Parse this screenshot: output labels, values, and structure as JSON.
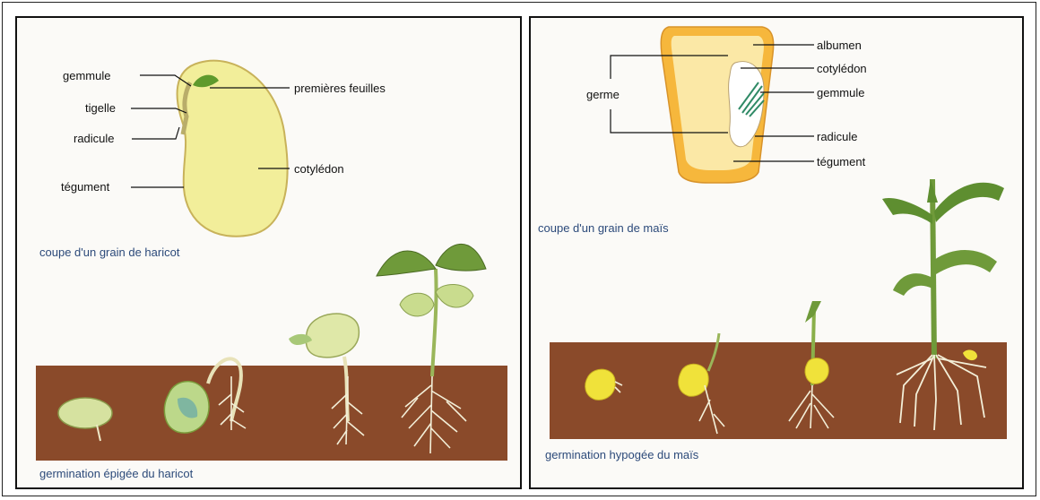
{
  "left_panel": {
    "labels": {
      "gemmule": "gemmule",
      "tigelle": "tigelle",
      "radicule": "radicule",
      "tegument": "tégument",
      "premieres_feuilles": "premières feuilles",
      "cotyledon": "cotylédon"
    },
    "caption_top": "coupe d'un grain de haricot",
    "caption_bottom": "germination épigée du haricot"
  },
  "right_panel": {
    "labels": {
      "albumen": "albumen",
      "cotyledon": "cotylédon",
      "germe": "germe",
      "gemmule": "gemmule",
      "radicule": "radicule",
      "tegument": "tégument"
    },
    "caption_top": "coupe d'un grain de maïs",
    "caption_bottom": "germination hypogée du maïs"
  },
  "colors": {
    "soil": "#8a4a2a",
    "bean_seed": "#f2ee9a",
    "bean_outline": "#c8b25a",
    "leaf_green": "#6f9a3a",
    "corn_shell": "#f6b73c",
    "corn_endosperm": "#fbe8a6",
    "corn_germ": "#ffffff",
    "caption_blue": "#2c4a7a"
  }
}
